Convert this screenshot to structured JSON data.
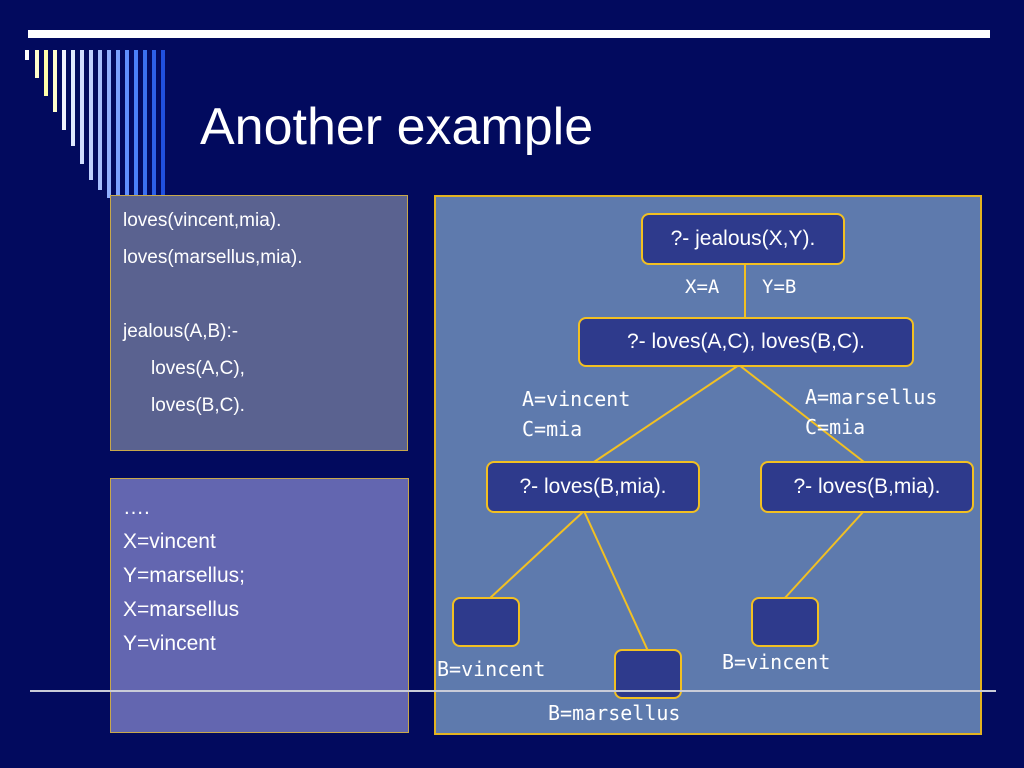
{
  "slide": {
    "title": "Another example"
  },
  "program": {
    "lines": [
      "loves(vincent,mia).",
      "loves(marsellus,mia).",
      "",
      "jealous(A,B):-",
      "loves(A,C),",
      "loves(B,C)."
    ]
  },
  "results": {
    "lines": [
      "….",
      "X=vincent",
      "Y=marsellus;",
      "X=marsellus",
      "Y=vincent"
    ]
  },
  "tree": {
    "root": "?- jealous(X,Y).",
    "root_edge_left": "X=A",
    "root_edge_right": "Y=B",
    "level1": "?- loves(A,C), loves(B,C).",
    "branch_left": [
      "A=vincent",
      "C=mia"
    ],
    "branch_right": [
      "A=marsellus",
      "C=mia"
    ],
    "left_goal": "?- loves(B,mia).",
    "right_goal": "?- loves(B,mia).",
    "leaf_left_a": "B=vincent",
    "leaf_left_b": "B=marsellus",
    "leaf_right": "B=vincent"
  },
  "colors": {
    "background": "#020a5e",
    "node_border": "#f2c022",
    "edge": "#f2c022"
  }
}
